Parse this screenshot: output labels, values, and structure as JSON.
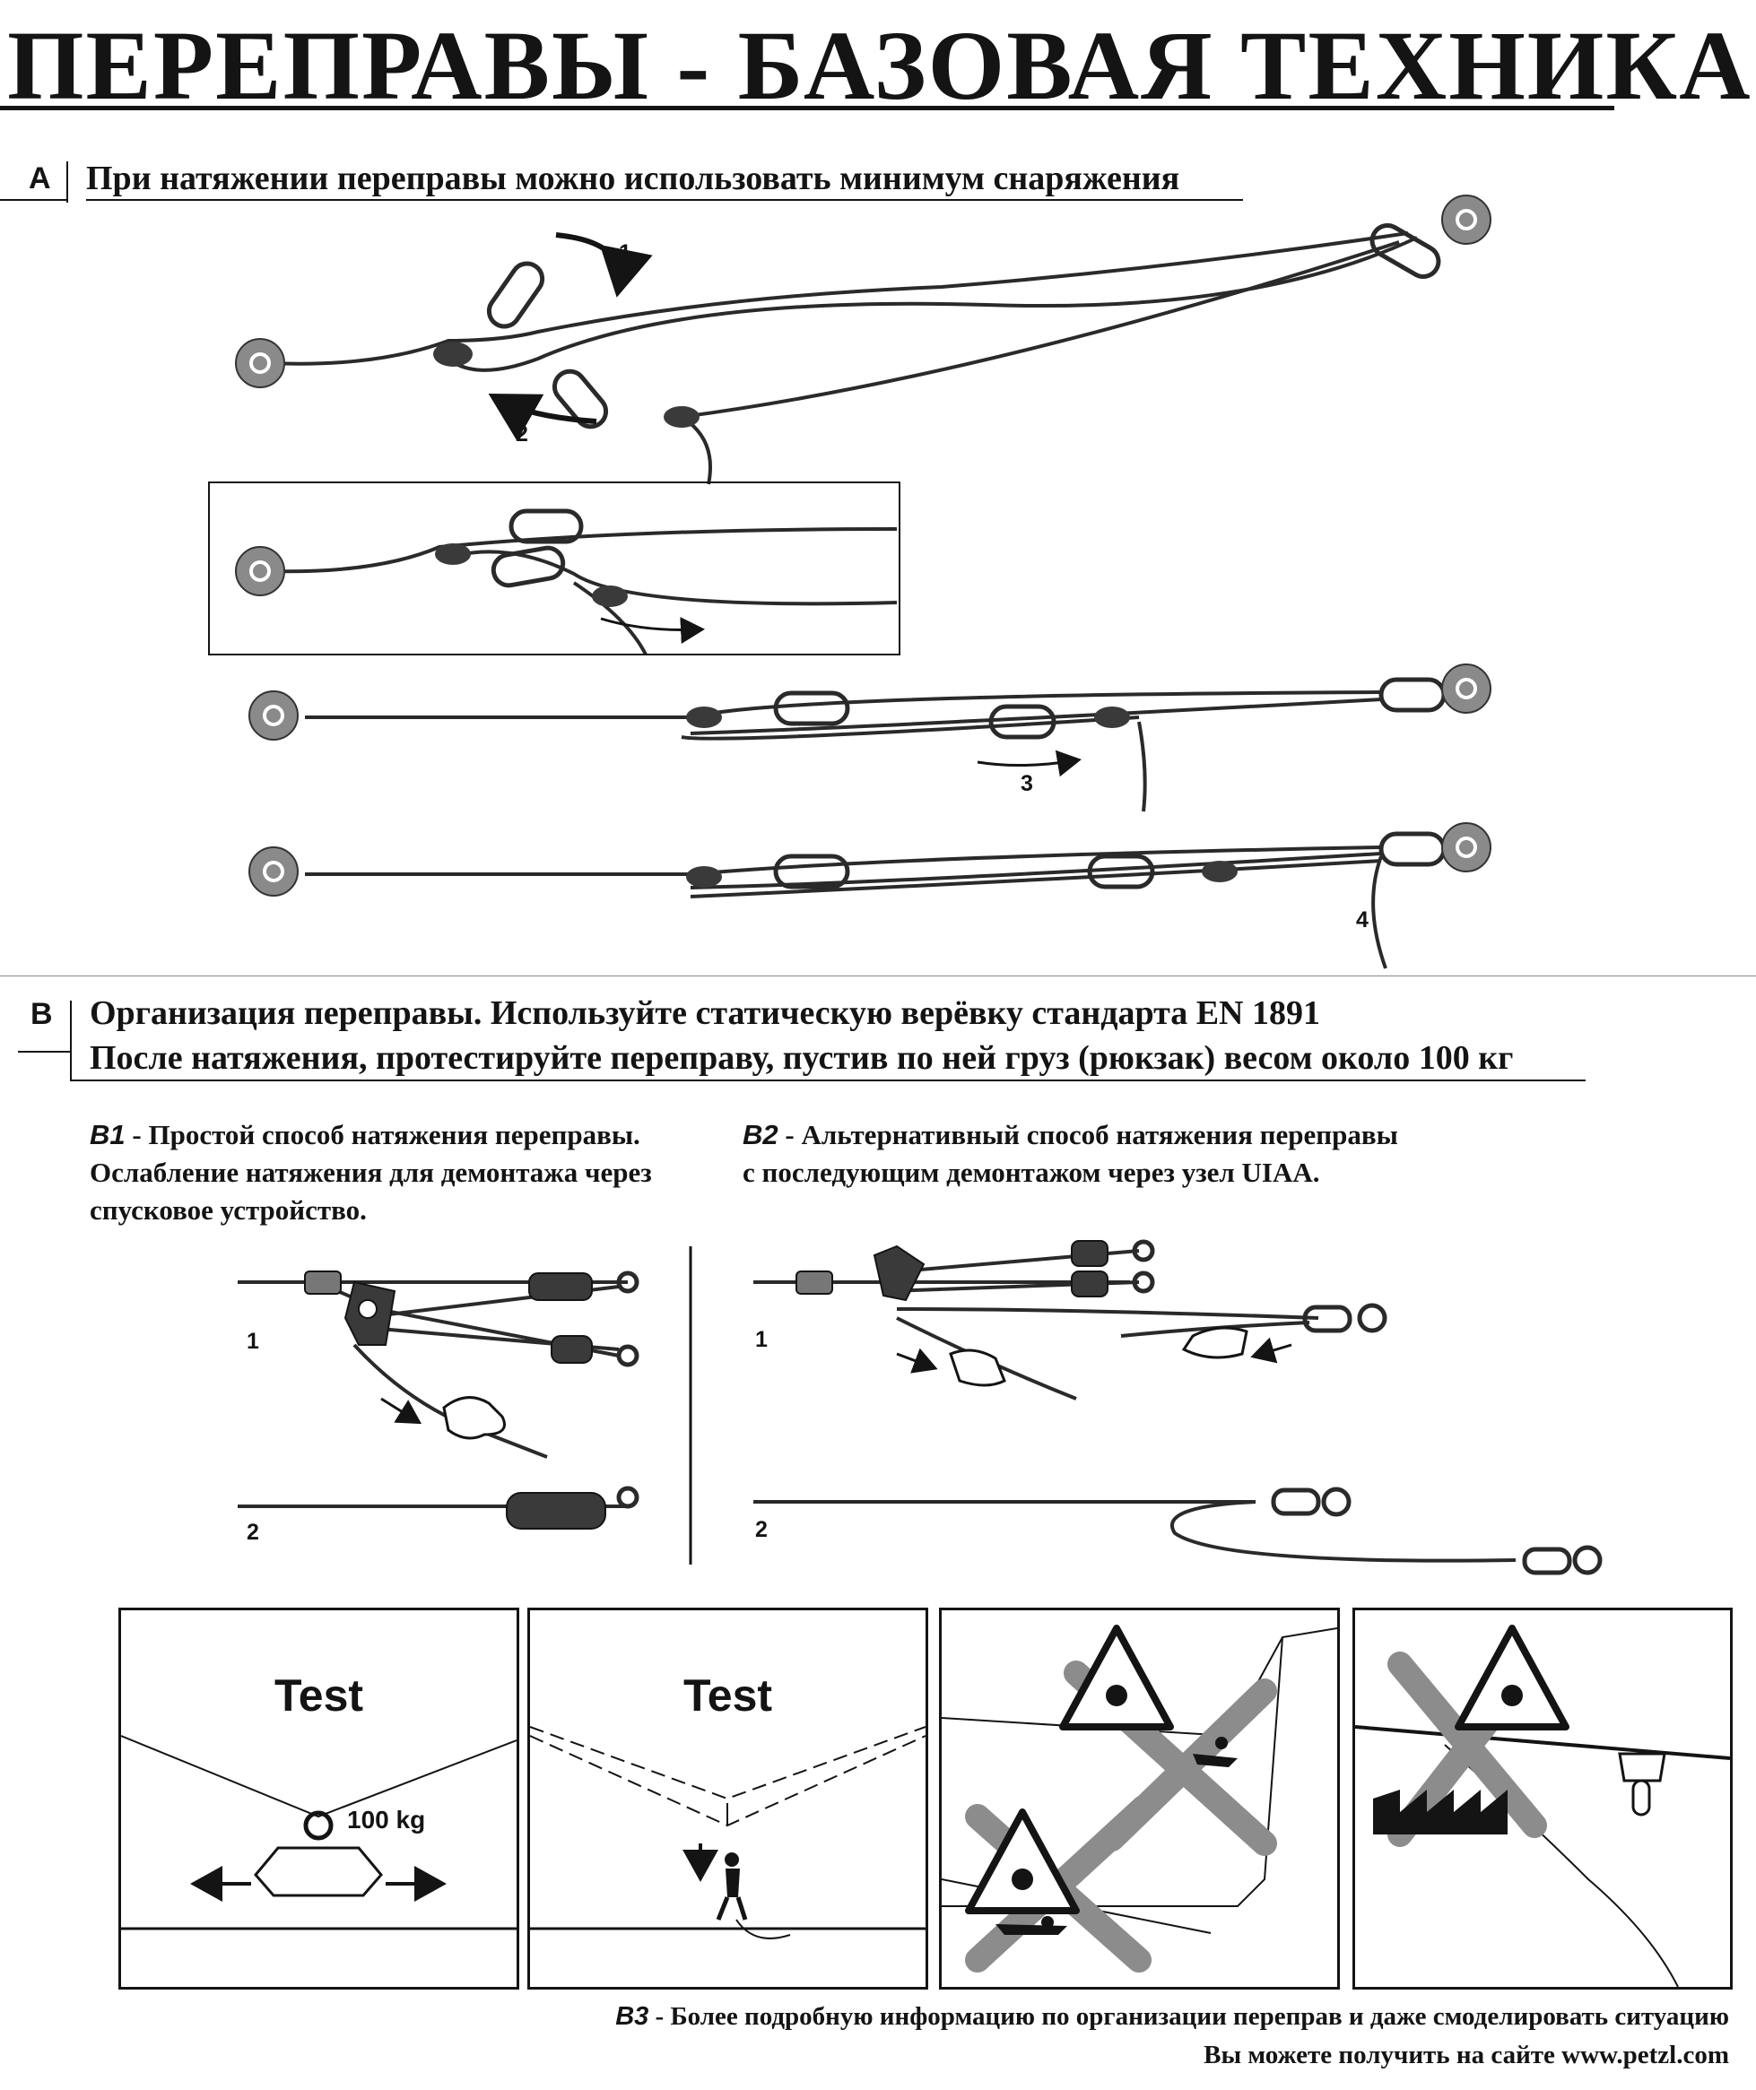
{
  "title": "ПЕРЕПРАВЫ - БАЗОВАЯ ТЕХНИКА",
  "section_a": {
    "letter": "A",
    "text": "При натяжении переправы можно использовать минимум снаряжения",
    "steps": [
      "1",
      "2",
      "3",
      "4"
    ]
  },
  "section_b": {
    "letter": "B",
    "line1": "Организация переправы. Используйте статическую верёвку стандарта EN 1891",
    "line2": "После натяжения, протестируйте переправу, пустив по ней груз (рюкзак) весом около 100 кг",
    "b1": {
      "label": "B1",
      "line1": " - Простой способ натяжения переправы.",
      "line2": "Ослабление натяжения для демонтажа  через",
      "line3": "спусковое устройство.",
      "steps": [
        "1",
        "2"
      ]
    },
    "b2": {
      "label": "B2",
      "line1": " - Альтернативный способ натяжения переправы",
      "line2": "с последующим демонтажом через  узел UIAA.",
      "steps": [
        "1",
        "2"
      ]
    }
  },
  "test_panels": [
    {
      "label": "Test",
      "weight": "100 kg"
    },
    {
      "label": "Test"
    }
  ],
  "footer": {
    "label": "B3",
    "line1": " - Более подробную информацию по организации переправ и даже смоделировать ситуацию",
    "line2": "Вы можете получить на сайте www.petzl.com"
  },
  "icons": [
    "anchor-icon",
    "carabiner-icon",
    "arrow-icon",
    "pulley-icon",
    "descender-icon",
    "hand-icon",
    "danger-warning-icon",
    "cross-out-icon",
    "weight-icon",
    "climber-icon"
  ],
  "colors": {
    "ink": "#141414",
    "anchor_fill": "#8a8a8a",
    "cross": "#8c8c8c",
    "rope": "#2a2a2a"
  }
}
